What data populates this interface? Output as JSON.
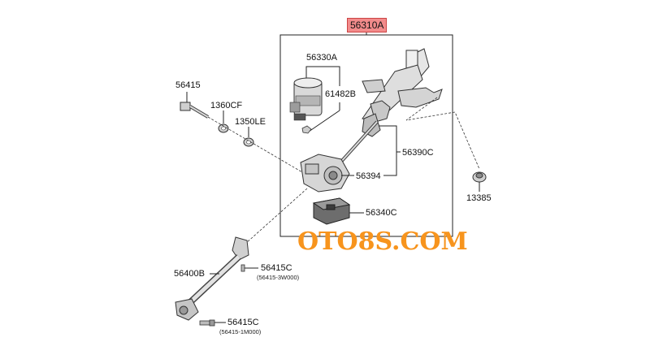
{
  "diagram": {
    "assembly_label": "56310A",
    "parts": {
      "p56330a": "56330A",
      "p61482b": "61482B",
      "p56415": "56415",
      "p1360cf": "1360CF",
      "p1350le": "1350LE",
      "p56390c": "56390C",
      "p56394": "56394",
      "p56340c": "56340C",
      "p13385": "13385",
      "p56400b": "56400B",
      "p56415c_top": "56415C",
      "p56415c_top_alt": "(56415-3W000)",
      "p56415c_bot": "56415C",
      "p56415c_bot_alt": "(56415-1M000)"
    },
    "watermark": "OTO8S.COM",
    "colors": {
      "highlight": "#f28b8b",
      "watermark": "#f7941d",
      "line": "#222222"
    }
  }
}
